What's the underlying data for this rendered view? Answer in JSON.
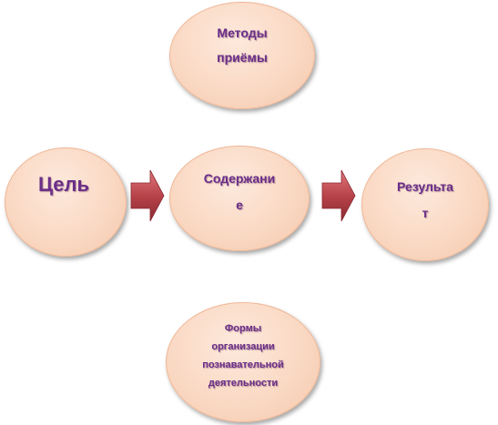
{
  "nodes": {
    "methods": [
      "Методы",
      "приёмы"
    ],
    "goal": "Цель",
    "content": [
      "Содержани",
      "е"
    ],
    "result": [
      "Результа",
      "т"
    ],
    "forms": [
      "Формы",
      "организации",
      "познавательной",
      "деятельности"
    ]
  },
  "colors": {
    "text": "#6a2e88",
    "ellipse_fill": "#fad9c4",
    "arrow": "#b8434a"
  }
}
